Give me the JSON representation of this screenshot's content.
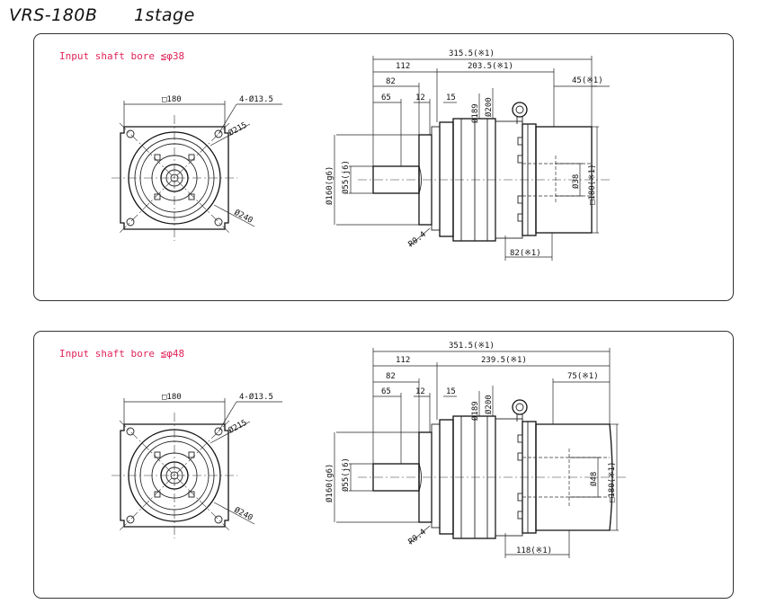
{
  "title": {
    "model": "VRS-180B",
    "stage": "1stage"
  },
  "panels": [
    {
      "bore_label": "Input shaft bore ≦φ38",
      "front": {
        "square": "□180",
        "holes": "4-Ø13.5",
        "pcd": "Ø215",
        "outer": "Ø240"
      },
      "side": {
        "total": "315.5(※1)",
        "left": "112",
        "right": "203.5(※1)",
        "motor": "45(※1)",
        "d82": "82",
        "d65": "65",
        "d12": "12",
        "d15": "15",
        "d189": "Ø189",
        "d200": "Ø200",
        "d160": "Ø160(g6)",
        "d55": "Ø55(j6)",
        "bore": "Ø38",
        "sq": "□180(※1)",
        "r": "R0.4",
        "bottom": "82(※1)"
      }
    },
    {
      "bore_label": "Input shaft bore ≦φ48",
      "front": {
        "square": "□180",
        "holes": "4-Ø13.5",
        "pcd": "Ø215",
        "outer": "Ø240"
      },
      "side": {
        "total": "351.5(※1)",
        "left": "112",
        "right": "239.5(※1)",
        "motor": "75(※1)",
        "d82": "82",
        "d65": "65",
        "d12": "12",
        "d15": "15",
        "d189": "Ø189",
        "d200": "Ø200",
        "d160": "Ø160(g6)",
        "d55": "Ø55(j6)",
        "bore": "Ø48",
        "sq": "□180(※1)",
        "r": "R0.4",
        "bottom": "118(※1)"
      }
    }
  ]
}
